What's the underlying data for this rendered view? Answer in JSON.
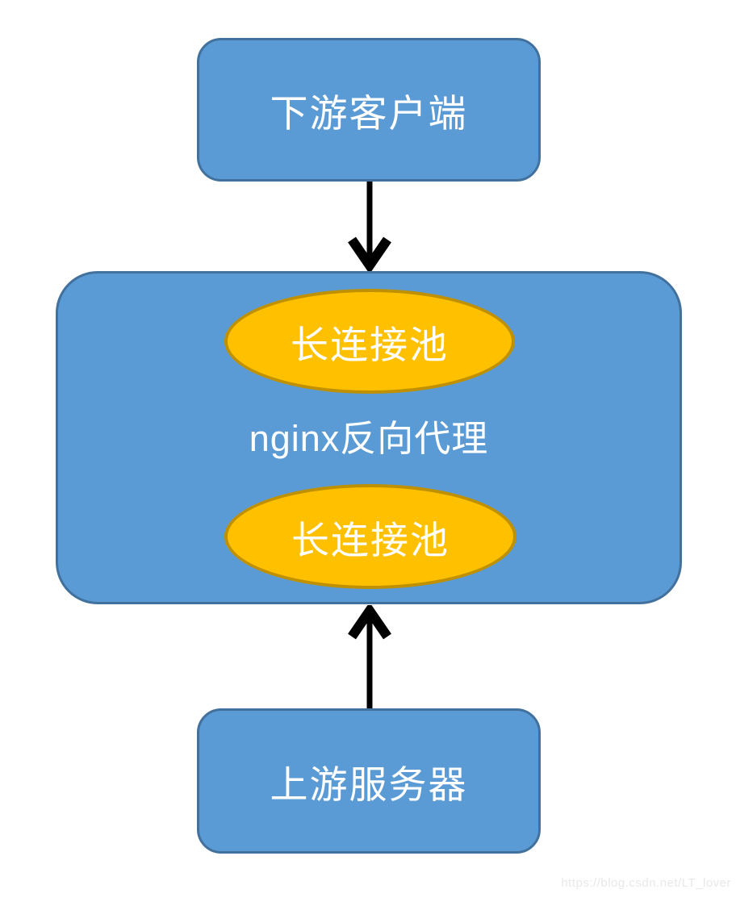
{
  "diagram": {
    "nodes": {
      "client": {
        "label": "下游客户端"
      },
      "proxy": {
        "label": "nginx反向代理"
      },
      "pool_top": {
        "label": "长连接池"
      },
      "pool_bottom": {
        "label": "长连接池"
      },
      "server": {
        "label": "上游服务器"
      }
    },
    "arrows": [
      {
        "from": "client",
        "to": "proxy",
        "direction": "down"
      },
      {
        "from": "server",
        "to": "proxy",
        "direction": "up"
      }
    ],
    "watermark": "https://blog.csdn.net/LT_lover"
  },
  "colors": {
    "node_fill": "#5B9BD5",
    "node_border": "#41719C",
    "pool_fill": "#FFC000",
    "pool_border": "#BF9000",
    "arrow": "#000000",
    "label": "#FFFFFF",
    "watermark": "#E8E8E8"
  }
}
